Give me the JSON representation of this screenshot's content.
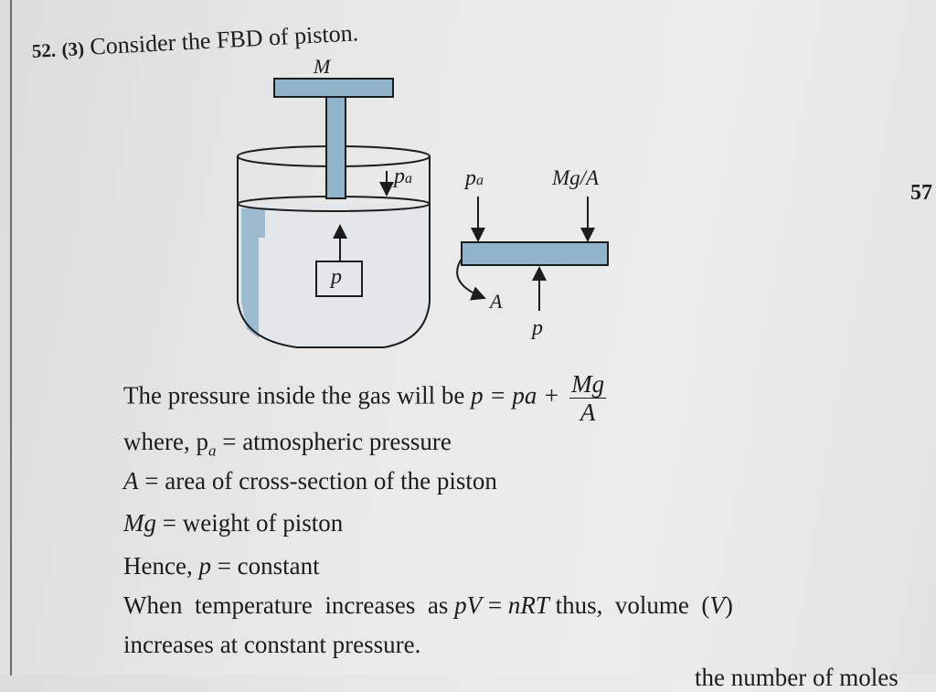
{
  "question": {
    "number": "52.",
    "answer": "(3)",
    "text": "Consider the FBD of piston."
  },
  "diagram": {
    "labels": {
      "mass": "M",
      "pa_left": "p",
      "pa_sub": "a",
      "pressure_box": "p",
      "pa_right": "p",
      "weight_per_area": "Mg/A",
      "area": "A",
      "pressure_right": "p"
    },
    "fill_color": "#8fb3c9"
  },
  "side_page_number": "57",
  "body": {
    "line1_text": "The pressure inside the gas will be",
    "line1_eq": "p = pa +",
    "line1_frac_num": "Mg",
    "line1_frac_den": "A",
    "line2_pre": "where, p",
    "line2_sub": "a",
    "line2_post": " = atmospheric pressure",
    "line3_var": "A",
    "line3_text": " = area of cross-section of the piston",
    "line4_var": "Mg",
    "line4_text": " = weight of piston",
    "line5_pre": "Hence, ",
    "line5_var": "p",
    "line5_text": " = constant",
    "line6_a": "When  temperature  increases  as ",
    "line6_eq1": "pV",
    "line6_b": " = ",
    "line6_eq2": "nRT",
    "line6_c": " thus,  volume  (",
    "line6_var": "V",
    "line6_d": ")",
    "line7": "increases at constant pressure.",
    "line8_partial": "the number of moles"
  }
}
